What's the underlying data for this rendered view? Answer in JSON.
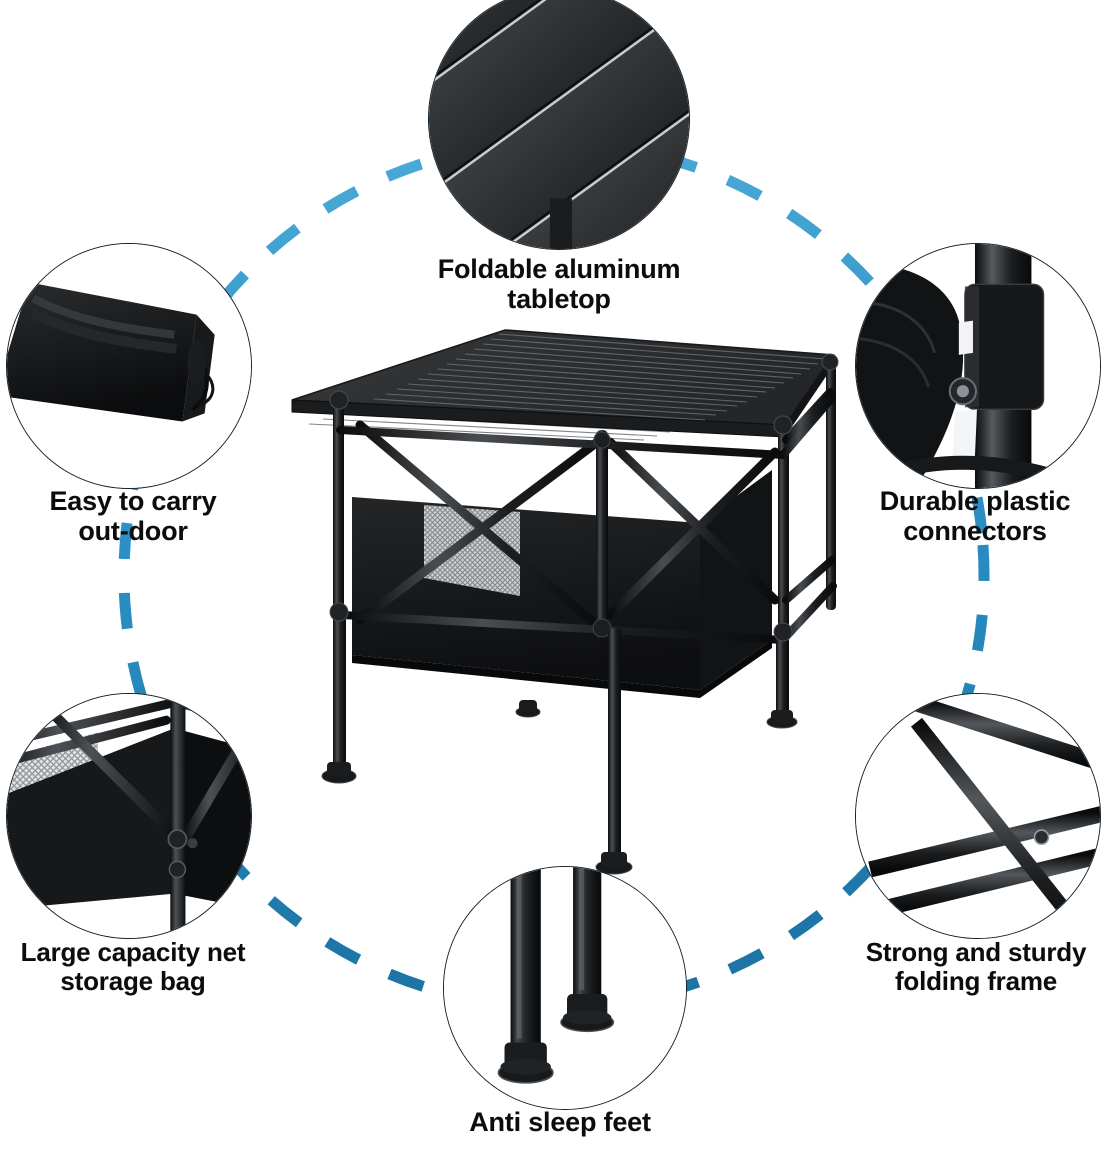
{
  "page": {
    "title": "Folding Camping Table Feature Infographic",
    "background_color": "#ffffff",
    "accent_color": "#2a8fc4",
    "outline_color": "#15222c",
    "text_color": "#0c0c0c"
  },
  "center_product": {
    "name": "portable-folding-camping-table",
    "description": "Black aluminum roll-up slat top folding camping table with X-brace frame and black fabric storage bag underneath"
  },
  "features": [
    {
      "id": "foldable-aluminum-tabletop",
      "caption": "Foldable aluminum\ntabletop",
      "icon": "slatted-tabletop-closeup",
      "position": "top-center"
    },
    {
      "id": "easy-to-carry-outdoor",
      "caption": "Easy to carry\nout-door",
      "icon": "carry-bag-closeup",
      "position": "top-left"
    },
    {
      "id": "durable-plastic-connectors",
      "caption": "Durable plastic\nconnectors",
      "icon": "plastic-connector-closeup",
      "position": "top-right"
    },
    {
      "id": "large-capacity-net-storage-bag",
      "caption": "Large capacity net\nstorage bag",
      "icon": "net-storage-bag-closeup",
      "position": "bottom-left"
    },
    {
      "id": "strong-and-sturdy-folding-frame",
      "caption": "Strong and sturdy\nfolding frame",
      "icon": "folding-frame-closeup",
      "position": "bottom-right"
    },
    {
      "id": "anti-sleep-feet",
      "caption": "Anti sleep feet",
      "icon": "anti-slip-feet-closeup",
      "position": "bottom-center"
    }
  ],
  "connector": {
    "style": "dashed-ellipse",
    "color": "#2a8fc4",
    "dash_count": 34
  }
}
